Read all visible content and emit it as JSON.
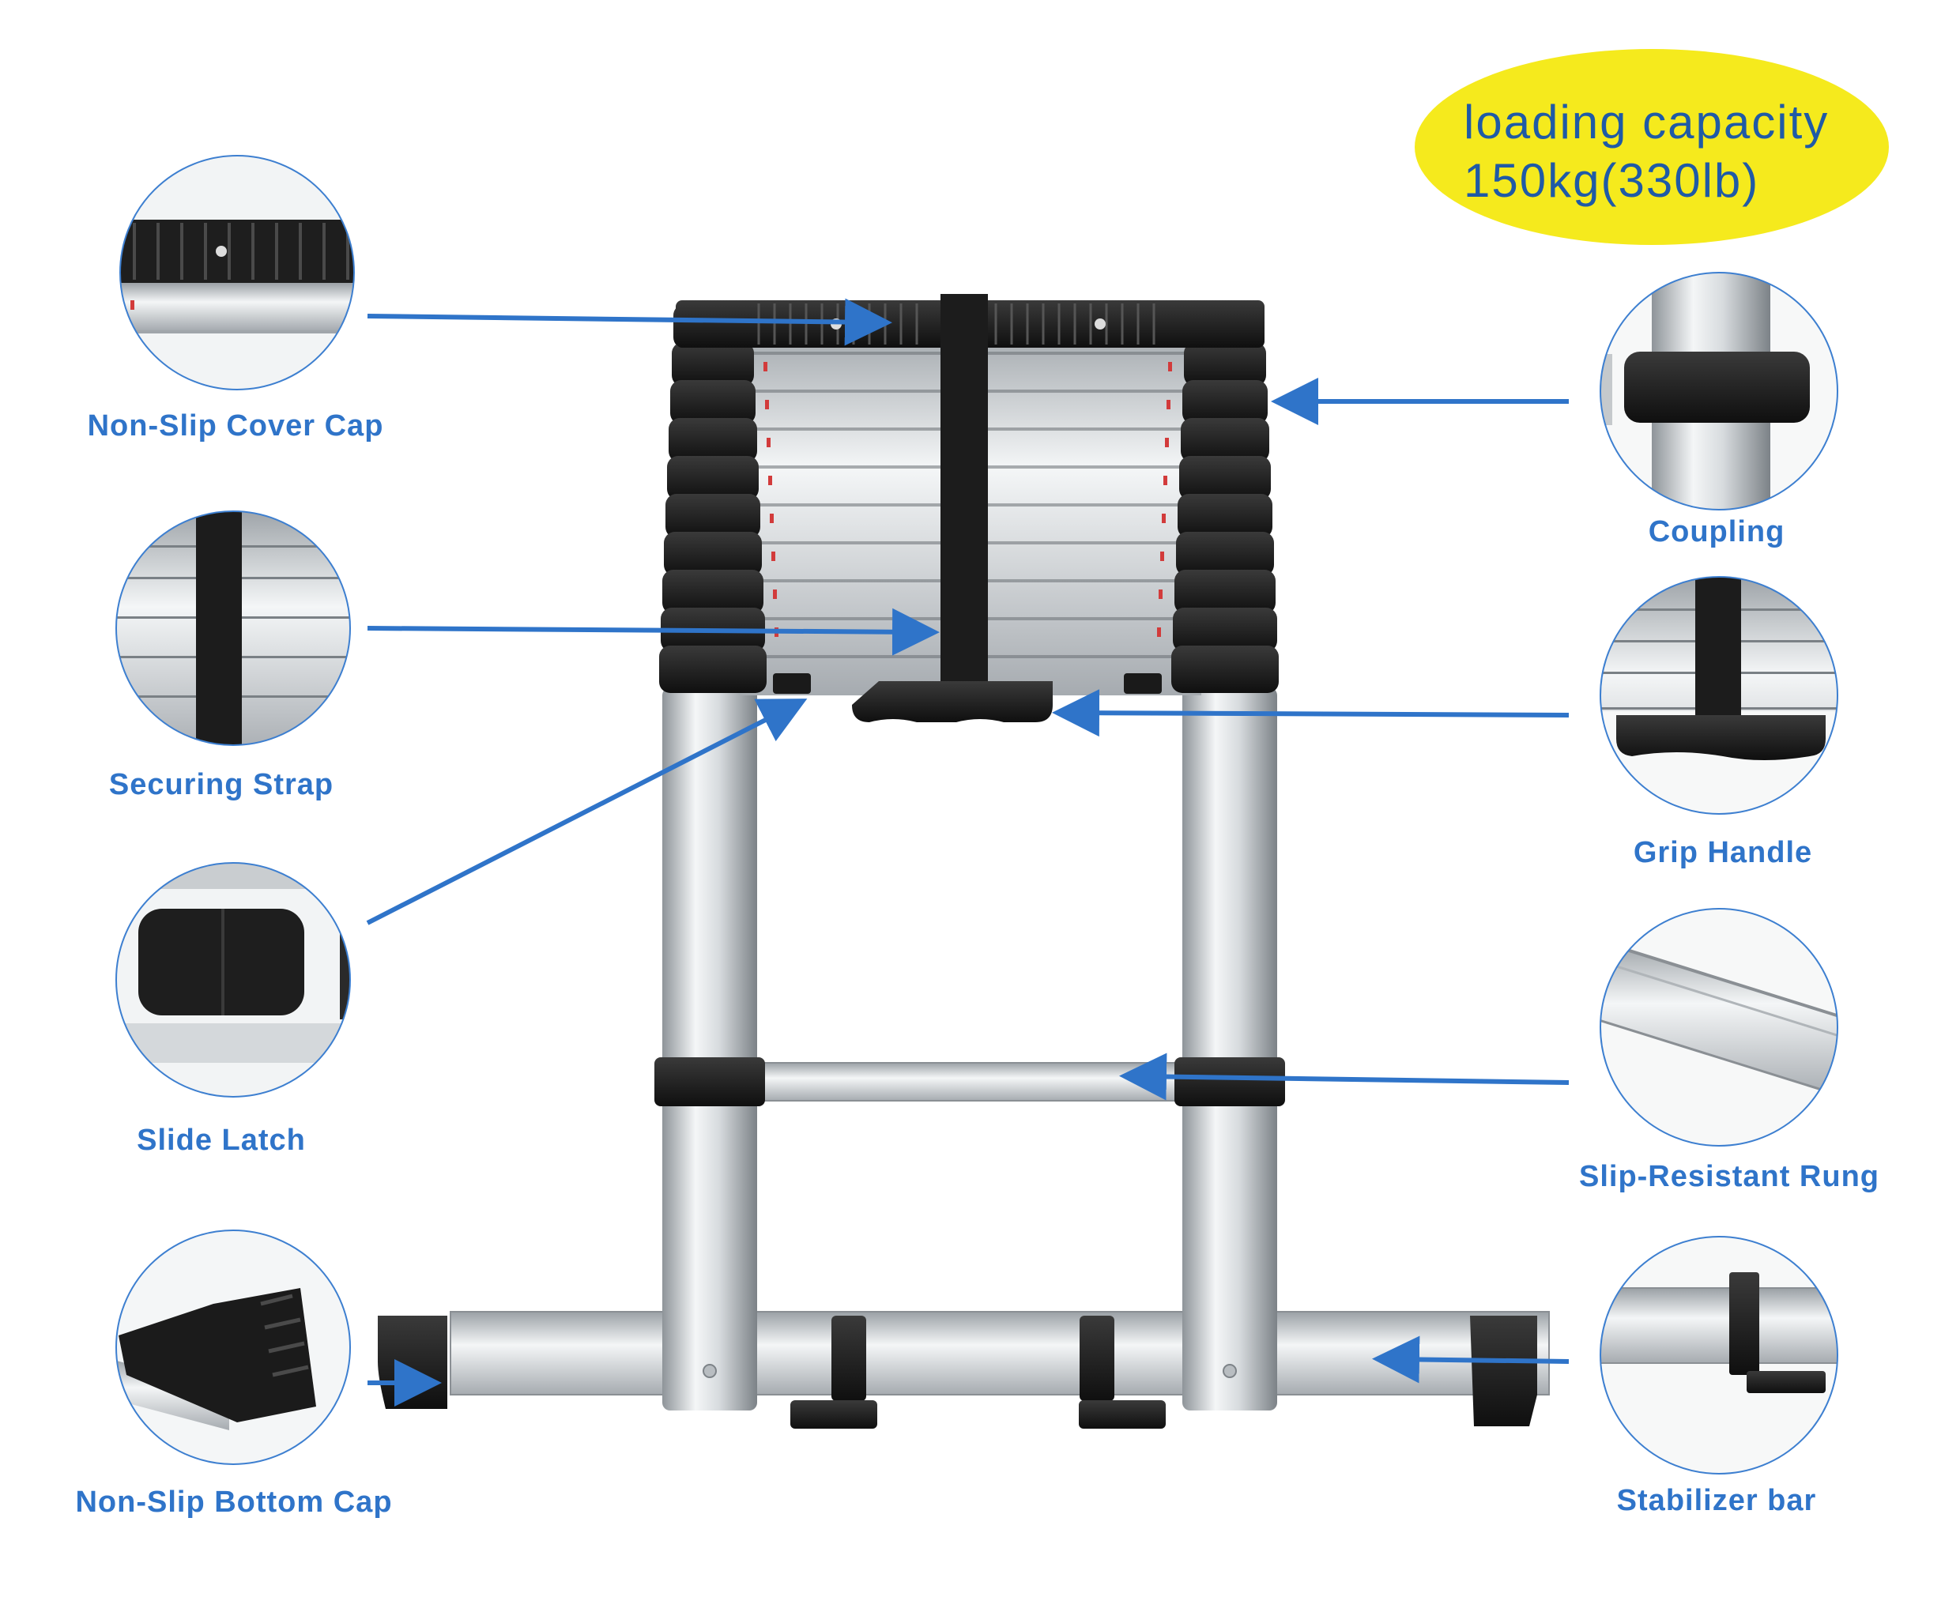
{
  "capacity": {
    "line1": "loading capacity",
    "line2": "150kg(330lb)"
  },
  "labels": {
    "cover_cap": "Non-Slip Cover Cap",
    "securing_strap": "Securing Strap",
    "slide_latch": "Slide Latch",
    "bottom_cap": "Non-Slip Bottom Cap",
    "coupling": "Coupling",
    "grip_handle": "Grip Handle",
    "rung": "Slip-Resistant Rung",
    "stabilizer": "Stabilizer bar"
  },
  "colors": {
    "accent": "#2f74c9",
    "bubble": "#f5ea1d",
    "bubble_text": "#1f5aa6"
  }
}
